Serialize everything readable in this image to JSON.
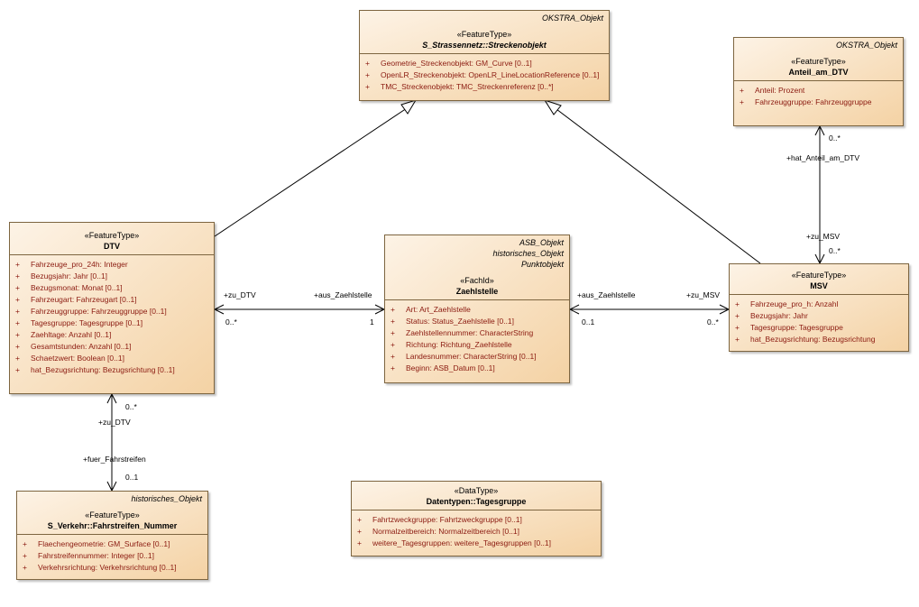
{
  "classes": {
    "strecke": {
      "tags": [
        "OKSTRA_Objekt"
      ],
      "stereotype": "«FeatureType»",
      "name": "S_Strassennetz::Streckenobjekt",
      "attrs": [
        {
          "vis": "+",
          "text": "Geometrie_Streckenobjekt: GM_Curve [0..1]"
        },
        {
          "vis": "+",
          "text": "OpenLR_Streckenobjekt: OpenLR_LineLocationReference [0..1]"
        },
        {
          "vis": "+",
          "text": "TMC_Streckenobjekt: TMC_Streckenreferenz [0..*]"
        }
      ]
    },
    "anteil": {
      "tags": [
        "OKSTRA_Objekt"
      ],
      "stereotype": "«FeatureType»",
      "name": "Anteil_am_DTV",
      "attrs": [
        {
          "vis": "+",
          "text": "Anteil: Prozent"
        },
        {
          "vis": "+",
          "text": "Fahrzeuggruppe: Fahrzeuggruppe"
        }
      ]
    },
    "dtv": {
      "tags": [],
      "stereotype": "«FeatureType»",
      "name": "DTV",
      "attrs": [
        {
          "vis": "+",
          "text": "Fahrzeuge_pro_24h: Integer"
        },
        {
          "vis": "+",
          "text": "Bezugsjahr: Jahr [0..1]"
        },
        {
          "vis": "+",
          "text": "Bezugsmonat: Monat [0..1]"
        },
        {
          "vis": "+",
          "text": "Fahrzeugart: Fahrzeugart [0..1]"
        },
        {
          "vis": "+",
          "text": "Fahrzeuggruppe: Fahrzeuggruppe [0..1]"
        },
        {
          "vis": "+",
          "text": "Tagesgruppe: Tagesgruppe [0..1]"
        },
        {
          "vis": "+",
          "text": "Zaehltage: Anzahl [0..1]"
        },
        {
          "vis": "+",
          "text": "Gesamtstunden: Anzahl [0..1]"
        },
        {
          "vis": "+",
          "text": "Schaetzwert: Boolean [0..1]"
        },
        {
          "vis": "+",
          "text": "hat_Bezugsrichtung: Bezugsrichtung [0..1]"
        }
      ]
    },
    "zaehl": {
      "tags": [
        "ASB_Objekt",
        "historisches_Objekt",
        "Punktobjekt"
      ],
      "stereotype": "«FachId»",
      "name": "Zaehlstelle",
      "attrs": [
        {
          "vis": "+",
          "text": "Art: Art_Zaehlstelle"
        },
        {
          "vis": "+",
          "text": "Status: Status_Zaehlstelle [0..1]"
        },
        {
          "vis": "+",
          "text": "Zaehlstellennummer: CharacterString"
        },
        {
          "vis": "+",
          "text": "Richtung: Richtung_Zaehlstelle"
        },
        {
          "vis": "+",
          "text": "Landesnummer: CharacterString [0..1]"
        },
        {
          "vis": "+",
          "text": "Beginn: ASB_Datum [0..1]"
        }
      ]
    },
    "msv": {
      "tags": [],
      "stereotype": "«FeatureType»",
      "name": "MSV",
      "attrs": [
        {
          "vis": "+",
          "text": "Fahrzeuge_pro_h: Anzahl"
        },
        {
          "vis": "+",
          "text": "Bezugsjahr: Jahr"
        },
        {
          "vis": "+",
          "text": "Tagesgruppe: Tagesgruppe"
        },
        {
          "vis": "+",
          "text": "hat_Bezugsrichtung: Bezugsrichtung"
        }
      ]
    },
    "fahr": {
      "tags": [
        "historisches_Objekt"
      ],
      "stereotype": "«FeatureType»",
      "name": "S_Verkehr::Fahrstreifen_Nummer",
      "attrs": [
        {
          "vis": "+",
          "text": "Flaechengeometrie: GM_Surface [0..1]"
        },
        {
          "vis": "+",
          "text": "Fahrstreifennummer: Integer [0..1]"
        },
        {
          "vis": "+",
          "text": "Verkehrsrichtung: Verkehrsrichtung [0..1]"
        }
      ]
    },
    "tages": {
      "tags": [],
      "stereotype": "«DataType»",
      "name": "Datentypen::Tagesgruppe",
      "attrs": [
        {
          "vis": "+",
          "text": "Fahrtzweckgruppe: Fahrtzweckgruppe [0..1]"
        },
        {
          "vis": "+",
          "text": "Normalzeitbereich: Normalzeitbereich [0..1]"
        },
        {
          "vis": "+",
          "text": "weitere_Tagesgruppen: weitere_Tagesgruppen [0..1]"
        }
      ]
    }
  },
  "labels": {
    "zu_dtv_left": "+zu_DTV",
    "mult_dtv_left": "0..*",
    "aus_zaehl_left": "+aus_Zaehlstelle",
    "mult_one": "1",
    "aus_zaehl_right": "+aus_Zaehlstelle",
    "mult_zaehl_right": "0..1",
    "zu_msv_left": "+zu_MSV",
    "mult_msv_left": "0..*",
    "mult_anteil": "0..*",
    "hat_anteil": "+hat_Anteil_am_DTV",
    "zu_msv_top": "+zu_MSV",
    "mult_msv_top": "0..*",
    "mult_dtv_bottom": "0..*",
    "zu_dtv_bottom": "+zu_DTV",
    "fuer_fahr": "+fuer_Fahrstreifen",
    "mult_fahr": "0..1"
  }
}
